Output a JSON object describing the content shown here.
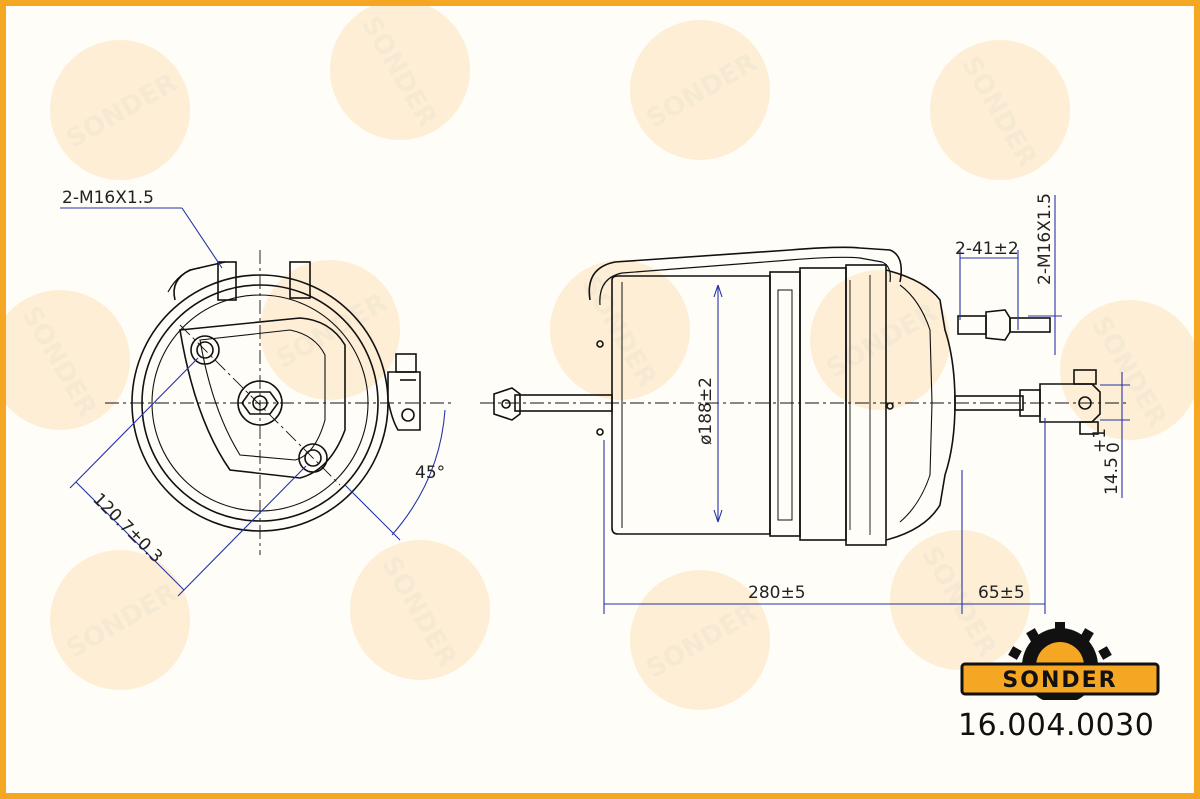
{
  "watermark": {
    "text": "SONDER"
  },
  "brand": {
    "name": "SONDER",
    "accent": "#f5a623",
    "logo_bg": "#f5a623",
    "logo_text_color": "#111111"
  },
  "part_number": "16.004.0030",
  "colors": {
    "line": "#111111",
    "dimension": "#2433a8",
    "frame": "#f5a623"
  },
  "dimensions": {
    "thread_left": "2-M16X1.5",
    "thread_right": "2-M16X1.5",
    "stud_spacing": "2-41±2",
    "diameter": "ø188±2",
    "length": "280±5",
    "rod_length": "65±5",
    "angle": "45°",
    "bolt_circle": "120.7±0.3",
    "clevis_base": "14.5",
    "clevis_tol_upper": "+1",
    "clevis_tol_lower": "0"
  }
}
